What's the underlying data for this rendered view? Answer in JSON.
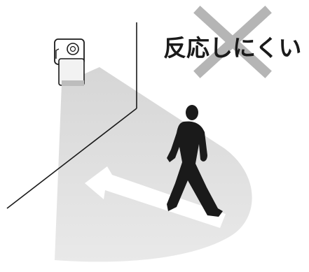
{
  "caption": {
    "text": "反応しにくい",
    "cross_mark": "x-cross-mark",
    "cross_color": "#b5b5b5",
    "text_color": "#1a1a1a"
  },
  "scene": {
    "sensor_icon": "motion-sensor-camera-icon",
    "detection_area_color": "#e6e6e6",
    "person_icon": "walking-person-silhouette",
    "arrow_icon": "movement-direction-arrow",
    "arrow_direction": "left",
    "arrow_fill": "#ffffff"
  }
}
